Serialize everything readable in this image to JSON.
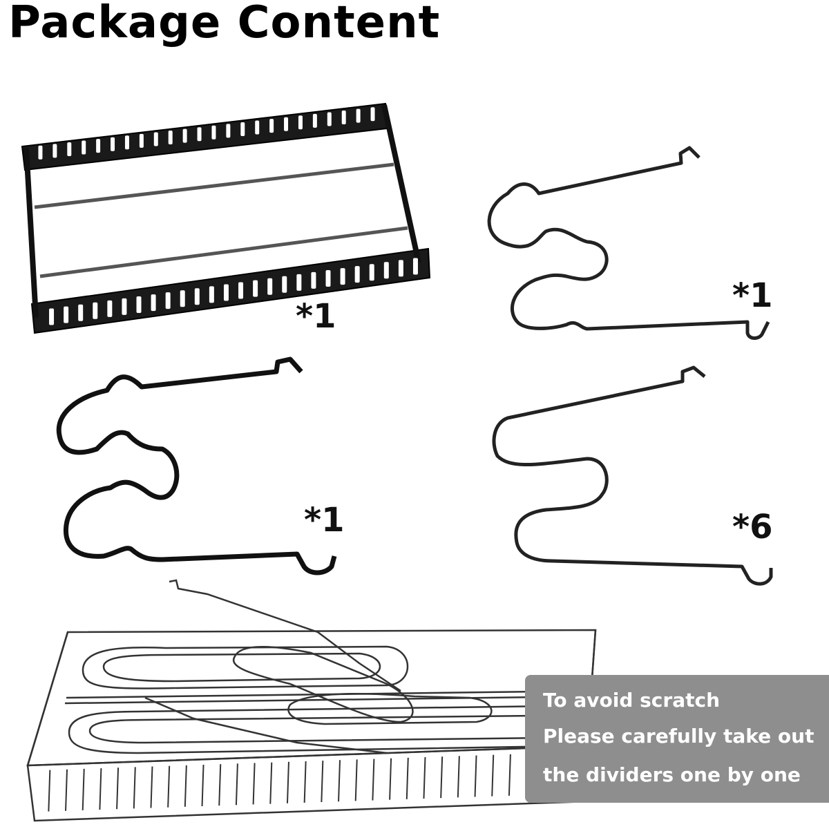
{
  "title": "Package Content",
  "quantities": {
    "rack": "*1",
    "divider_large": "*1",
    "divider_small_black": "*1",
    "divider_small": "*6"
  },
  "note": {
    "line1": "To avoid scratch",
    "line2": "Please carefully take out",
    "line3": "the dividers one by one"
  },
  "colors": {
    "background": "#ffffff",
    "wire": "#1a1a1a",
    "note_bg": "#8e8e8e",
    "note_text": "#ffffff"
  }
}
